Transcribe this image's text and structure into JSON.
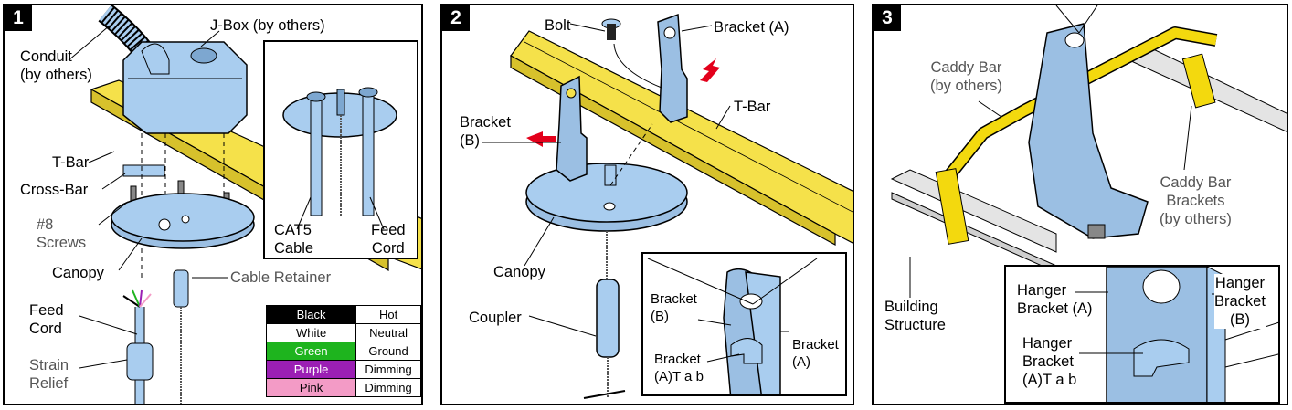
{
  "panel1": {
    "number": "1",
    "labels": {
      "jbox": "J-Box (by others)",
      "conduit": "Conduit\n(by others)",
      "tbar": "T-Bar",
      "crossbar": "Cross-Bar",
      "screws": "#8\nScrews",
      "canopy": "Canopy",
      "cable_retainer": "Cable Retainer",
      "feed_cord": "Feed\nCord",
      "strain_relief": "Strain\nRelief"
    },
    "inset_labels": {
      "cat5": "CAT5\nCable",
      "feed_cord": "Feed\nCord"
    },
    "wire_table": [
      {
        "color": "Black",
        "function": "Hot",
        "hex": "#000000",
        "text_hex": "#ffffff"
      },
      {
        "color": "White",
        "function": "Neutral",
        "hex": "#ffffff",
        "text_hex": "#000000"
      },
      {
        "color": "Green",
        "function": "Ground",
        "hex": "#1eb41e",
        "text_hex": "#ffffff"
      },
      {
        "color": "Purple",
        "function": "Dimming",
        "hex": "#9b1fb4",
        "text_hex": "#ffffff"
      },
      {
        "color": "Pink",
        "function": "Dimming",
        "hex": "#f39bc6",
        "text_hex": "#000000"
      }
    ]
  },
  "panel2": {
    "number": "2",
    "labels": {
      "bolt": "Bolt",
      "bracket_a": "Bracket (A)",
      "tbar": "T-Bar",
      "bracket_b": "Bracket\n(B)",
      "canopy": "Canopy",
      "coupler": "Coupler"
    },
    "inset_labels": {
      "bracket_b": "Bracket\n(B)",
      "bracket_a": "Bracket\n(A)",
      "bracket_a_tab": "Bracket\n(A)T a b"
    }
  },
  "panel3": {
    "number": "3",
    "labels": {
      "caddy_bar": "Caddy Bar\n(by others)",
      "caddy_brackets": "Caddy Bar\nBrackets\n(by others)",
      "building_structure": "Building\nStructure"
    },
    "inset_labels": {
      "hanger_a": "Hanger\nBracket (A)",
      "hanger_b": "Hanger\nBracket\n(B)",
      "hanger_a_tab": "Hanger\nBracket\n(A)T a b"
    }
  },
  "colors": {
    "fixture_blue": "#a9cdef",
    "tbar_yellow": "#f5e14a",
    "caddy_yellow": "#f3d90e",
    "arrow_red": "#e3001b",
    "bracket_blue": "#9bbfe3"
  }
}
